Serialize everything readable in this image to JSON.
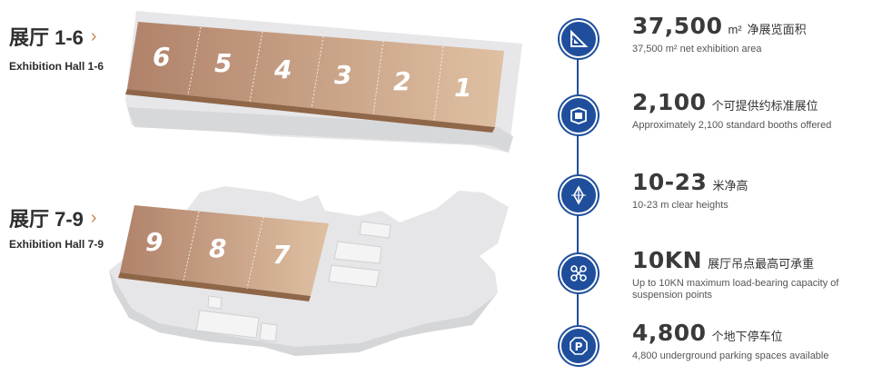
{
  "halls": [
    {
      "title_cn": "展厅 1-6",
      "title_en": "Exhibition Hall 1-6",
      "numbers": [
        "6",
        "5",
        "4",
        "3",
        "2",
        "1"
      ]
    },
    {
      "title_cn": "展厅 7-9",
      "title_en": "Exhibition Hall 7-9",
      "numbers": [
        "9",
        "8",
        "7"
      ]
    }
  ],
  "chevron": "›",
  "colors": {
    "hall_fill_dark": "#b58868",
    "hall_fill_light": "#dbb89a",
    "building": "#e9e9ea",
    "accent": "#1f4f9c",
    "chevron": "#c98a57"
  },
  "stats": [
    {
      "value": "37,500",
      "unit": "m²",
      "label_cn": "净展览面积",
      "label_en": "37,500 m² net exhibition area",
      "icon": "area-ruler-icon"
    },
    {
      "value": "2,100",
      "unit": "",
      "label_cn": "个可提供约标准展位",
      "label_en": "Approximately 2,100 standard booths offered",
      "icon": "booth-icon"
    },
    {
      "value": "10-23",
      "unit": "",
      "label_cn": "米净高",
      "label_en": "10-23 m clear heights",
      "icon": "height-arrows-icon"
    },
    {
      "value": "10KN",
      "unit": "",
      "label_cn": "展厅吊点最高可承重",
      "label_en": "Up to 10KN maximum load-bearing capacity of suspension points",
      "icon": "suspension-points-icon"
    },
    {
      "value": "4,800",
      "unit": "",
      "label_cn": "个地下停车位",
      "label_en": "4,800 underground parking spaces available",
      "icon": "parking-icon"
    }
  ]
}
